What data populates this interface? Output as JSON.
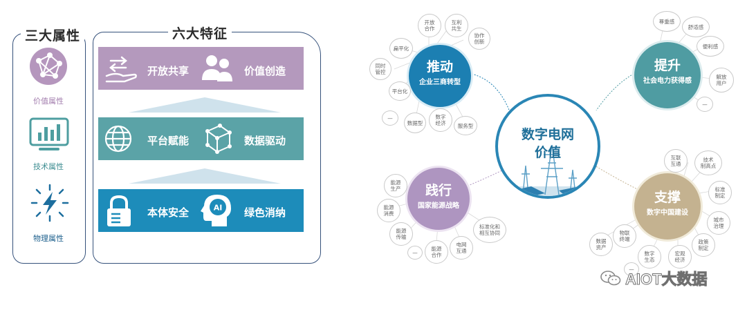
{
  "left": {
    "attributes_title": "三大属性",
    "features_title": "六大特征",
    "attributes": [
      {
        "label": "价值属性",
        "color": "#b596bd",
        "icon": "network-globe-icon"
      },
      {
        "label": "技术属性",
        "color": "#4e9ea0",
        "icon": "bar-chart-monitor-icon"
      },
      {
        "label": "物理属性",
        "color": "#1c6e9e",
        "icon": "lightning-icon"
      }
    ],
    "rows": [
      {
        "color": "#b499bd",
        "left_label": "开放共享",
        "left_icon": "exchange-hand-icon",
        "right_label": "价值创造",
        "right_icon": "people-icon"
      },
      {
        "color": "#5ba3a7",
        "left_label": "平台赋能",
        "left_icon": "globe-icon",
        "right_label": "数据驱动",
        "right_icon": "data-cube-icon"
      },
      {
        "color": "#1d8cba",
        "left_label": "本体安全",
        "left_icon": "lock-icon",
        "right_label": "绿色消纳",
        "right_icon": "ai-head-icon"
      }
    ]
  },
  "center": {
    "line1": "数字电网",
    "line2": "价值"
  },
  "clusters": {
    "tuidong": {
      "title": "推动",
      "subtitle": "企业三商转型",
      "color": "#1c7fb2",
      "bubbles": [
        "开放\n合作",
        "互利\n共生",
        "协作\n创新",
        "扁平化",
        "同时\n管控",
        "平台化",
        "—",
        "数据型",
        "数字\n经济",
        "服务型"
      ]
    },
    "tisheng": {
      "title": "提升",
      "subtitle": "社会电力获得感",
      "color": "#4f9ca2",
      "bubbles": [
        "尊重感",
        "舒适感",
        "便利感",
        "解放\n用户",
        "—"
      ]
    },
    "jianxing": {
      "title": "践行",
      "subtitle": "国家能源战略",
      "color": "#ae95c0",
      "bubbles": [
        "能源\n生产",
        "能源\n消费",
        "能源\n传输",
        "能源\n合作",
        "—",
        "电网\n互通",
        "标准化和\n相互协同"
      ]
    },
    "zhicheng": {
      "title": "支撑",
      "subtitle": "数字中国建设",
      "color": "#c4b290",
      "bubbles": [
        "互联\n互通",
        "技术\n制高点",
        "标准\n制定",
        "城市\n治理",
        "政策\n制定",
        "宏观\n经济",
        "数字\n生态",
        "物联\n终端",
        "数据\n资产",
        "—"
      ]
    }
  },
  "watermark": "AIOT大数据"
}
